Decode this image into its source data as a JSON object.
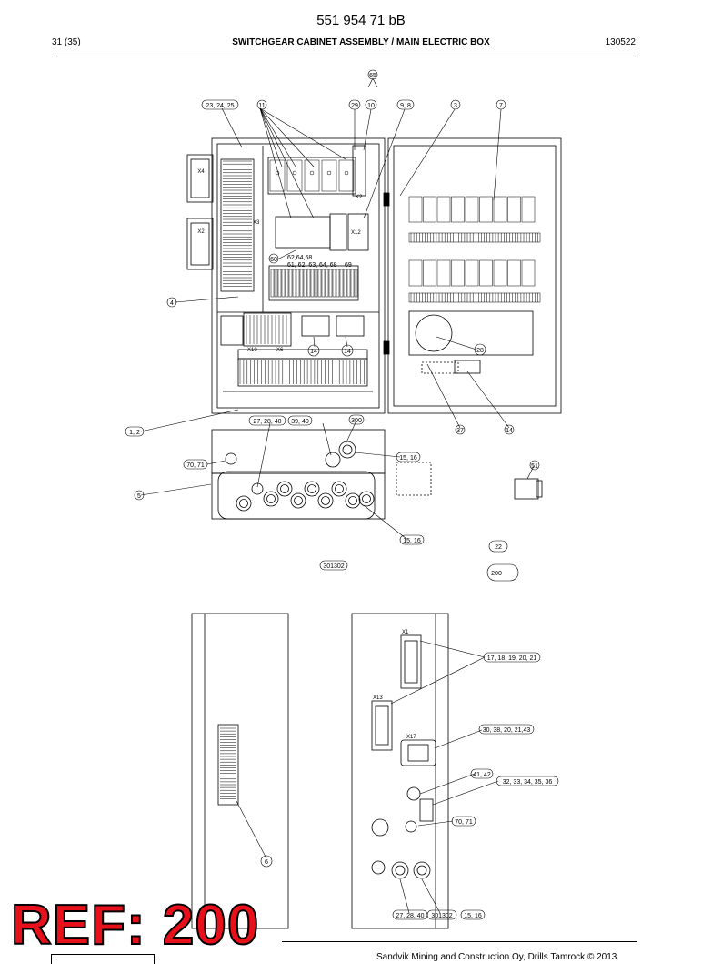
{
  "header": {
    "doc_number": "551 954 71 bB",
    "page": "31 (35)",
    "title": "SWITCHGEAR CABINET ASSEMBLY / MAIN ELECTRIC BOX",
    "date": "130522"
  },
  "callouts": {
    "c65": "65",
    "c23_24_25": "23, 24, 25",
    "c11": "11",
    "c29": "29",
    "c10": "10",
    "c9_8": "9, 8",
    "c3": "3",
    "c7": "7",
    "c60": "60",
    "c62_64_68": "62,64,68",
    "c61_69": "61, 62, 63, 64, 68",
    "c69": "69",
    "c4": "4",
    "c14a": "14",
    "c14b": "14",
    "c28": "28",
    "c37": "37",
    "c14c": "14",
    "c1_2": "1, 2",
    "c27_28_40": "27, 28, 40",
    "c39_40": "39, 40",
    "c300": "300",
    "c15_16a": "15, 16",
    "c70_71a": "70, 71",
    "c51": "51",
    "c5": "5",
    "c15_16b": "15, 16",
    "c22": "22",
    "c301_302a": "301302",
    "c200": "200",
    "c17_21": "17, 18, 19, 20, 21",
    "c30_43": "30, 38, 20, 21,43",
    "c41_42": "41, 42",
    "c32_36": "32, 33, 34, 35, 36",
    "c70_71b": "70, 71",
    "c6": "6",
    "c27_28_40b": "27, 28, 40",
    "c301_302b": "301302",
    "c15_16c": "15, 16"
  },
  "component_labels": {
    "x4": "X4",
    "x2": "X2",
    "x3": "X3",
    "x12": "X12",
    "x10": "X10",
    "x6": "X6",
    "x1": "X1",
    "x17": "X17",
    "x13": "X13",
    "k2": "K2"
  },
  "ref_stamp": "REF: 200",
  "footer": {
    "copyright": "Sandvik Mining and Construction Oy, Drills Tamrock © 2013"
  },
  "colors": {
    "line": "#000000",
    "stamp_fill": "#e8101a",
    "stamp_outline": "#000000"
  }
}
